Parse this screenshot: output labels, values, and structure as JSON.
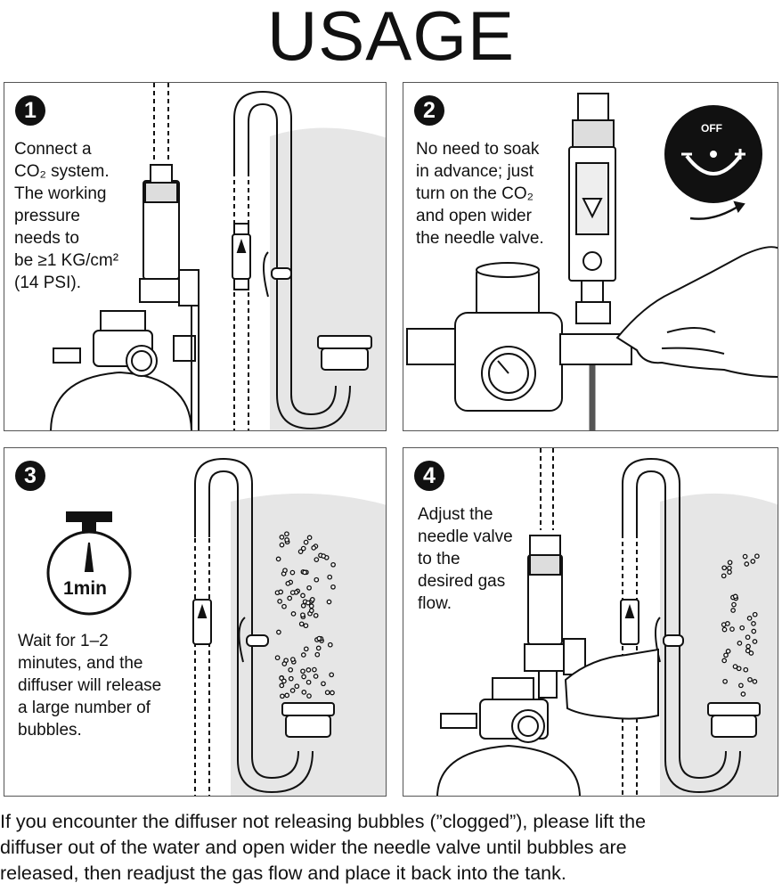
{
  "title": "USAGE",
  "steps": [
    {
      "number": "1",
      "lines": [
        "Connect a",
        "CO₂ system.",
        "The working",
        "pressure",
        "needs to",
        "be ≥1 KG/cm²",
        "(14 PSI)."
      ]
    },
    {
      "number": "2",
      "lines": [
        "No need to soak",
        "in advance; just",
        "turn on the CO₂",
        "and open wider",
        "the needle valve."
      ],
      "dial_label": "OFF"
    },
    {
      "number": "3",
      "lines": [
        "Wait for 1–2",
        "minutes, and the",
        "diffuser will release",
        "a large number of",
        "bubbles."
      ],
      "timer_label": "1min"
    },
    {
      "number": "4",
      "lines": [
        "Adjust the",
        "needle valve",
        "to the",
        "desired gas",
        "flow."
      ]
    }
  ],
  "footer_lines": [
    "If you encounter the diffuser not releasing bubbles (”clogged”), please lift the",
    "diffuser out of the water and open wider the needle valve until bubbles are",
    "released, then readjust the gas flow and place it back into the tank."
  ]
}
